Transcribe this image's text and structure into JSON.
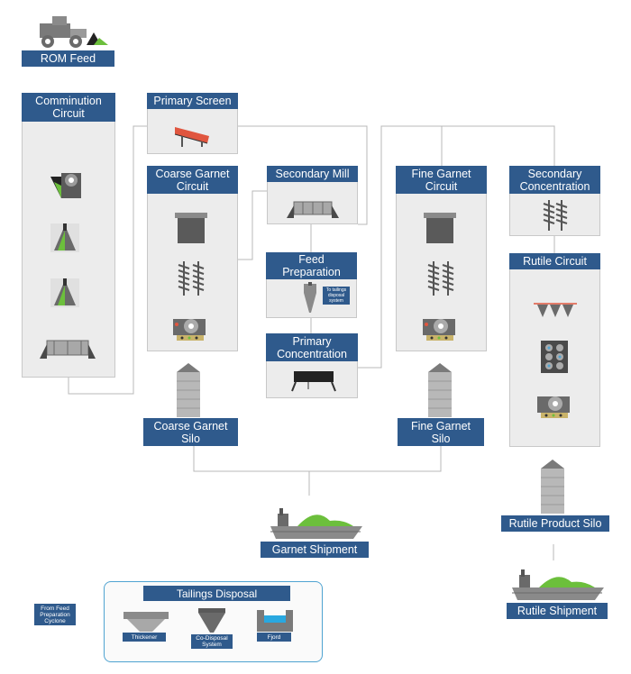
{
  "colors": {
    "header": "#2f5a8c",
    "panel": "#ececec",
    "accent_green": "#6cbf3c",
    "line": "#b8b8b8",
    "tailings_border": "#4fa3d1"
  },
  "nodes": {
    "rom_feed": "ROM Feed",
    "comminution": "Comminution\nCircuit",
    "primary_screen": "Primary Screen",
    "coarse_garnet_circuit": "Coarse Garnet\nCircuit",
    "secondary_mill": "Secondary Mill",
    "feed_preparation": "Feed\nPreparation",
    "primary_concentration": "Primary\nConcentration",
    "fine_garnet_circuit": "Fine Garnet\nCircuit",
    "secondary_concentration": "Secondary\nConcentration",
    "rutile_circuit": "Rutile Circuit",
    "coarse_garnet_silo": "Coarse Garnet\nSilo",
    "fine_garnet_silo": "Fine Garnet\nSilo",
    "rutile_product_silo": "Rutile Product Silo",
    "garnet_shipment": "Garnet Shipment",
    "rutile_shipment": "Rutile Shipment"
  },
  "feed_prep_tag": "To tailings\ndisposal\nsystem",
  "tailings": {
    "title": "Tailings Disposal",
    "from_label": "From Feed\nPreparation\nCyclone",
    "items": [
      "Thickener",
      "Co-Disposal\nSystem",
      "Fjord"
    ]
  },
  "icons": [
    "loader-truck-icon",
    "crusher-icon",
    "cone-crusher-icon",
    "ball-mill-icon",
    "vibrating-screen-icon",
    "bin-icon",
    "spiral-icon",
    "magnetic-separator-icon",
    "cyclone-icon",
    "conveyor-icon",
    "silo-icon",
    "ship-icon",
    "thickener-icon",
    "co-disposal-icon",
    "fjord-icon"
  ]
}
